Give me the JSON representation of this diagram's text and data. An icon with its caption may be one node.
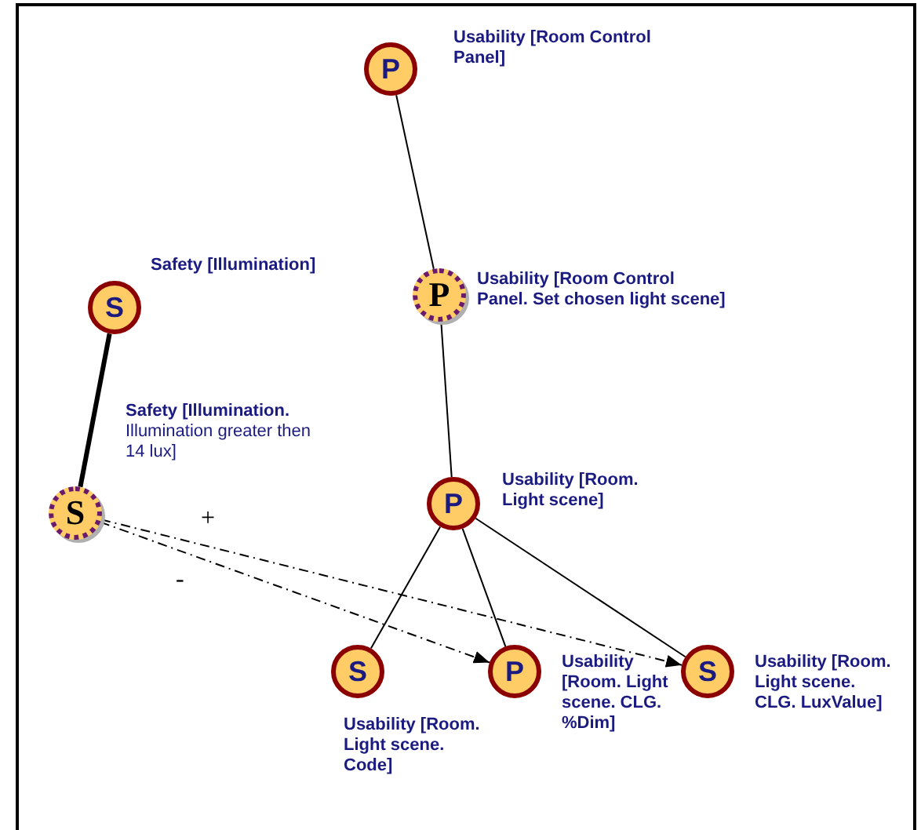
{
  "diagram": {
    "nodes": [
      {
        "text": [
          "P"
        ],
        "beside": [
          "Usability [Room Control Panel]"
        ]
      },
      {
        "text": [
          "S"
        ],
        "beside": [
          "Safety [Illumination]"
        ]
      },
      {
        "text": [
          "P"
        ],
        "beside": [
          "Usability [Room Control Panel. Set chosen light scene]"
        ]
      },
      {
        "text": [
          "S"
        ],
        "beside": [
          "**Safety [Illumination.** Illumination greater then 14 lux]"
        ]
      },
      {
        "text": [
          "P"
        ],
        "beside": [
          "Usability [Room. Light scene]"
        ]
      },
      {
        "text": [
          "S"
        ],
        "beside": [
          "Usability [Room. Light scene. Code]"
        ]
      },
      {
        "text": [
          "P"
        ],
        "beside": [
          "Usability [Room. Light scene. CLG. %Dim]"
        ]
      },
      {
        "text": [
          "S"
        ],
        "beside": [
          "Usability [Room. Light scene. CLG. LuxValue]"
        ]
      }
    ],
    "edges": [
      {
        "from": 0,
        "to": 2,
        "arrow": "none"
      },
      {
        "from": 1,
        "to": 3,
        "arrow": "none",
        "style": "thick"
      },
      {
        "from": 2,
        "to": 4,
        "arrow": "none"
      },
      {
        "from": 4,
        "to": 5,
        "arrow": "none"
      },
      {
        "from": 4,
        "to": 6,
        "arrow": "none"
      },
      {
        "from": 4,
        "to": 7,
        "arrow": "none"
      },
      {
        "from": 3,
        "to": 7,
        "arrow": "to",
        "style": "dashed",
        "label": "+"
      },
      {
        "from": 3,
        "to": 6,
        "arrow": "to",
        "style": "dashed",
        "label": "-"
      }
    ]
  }
}
